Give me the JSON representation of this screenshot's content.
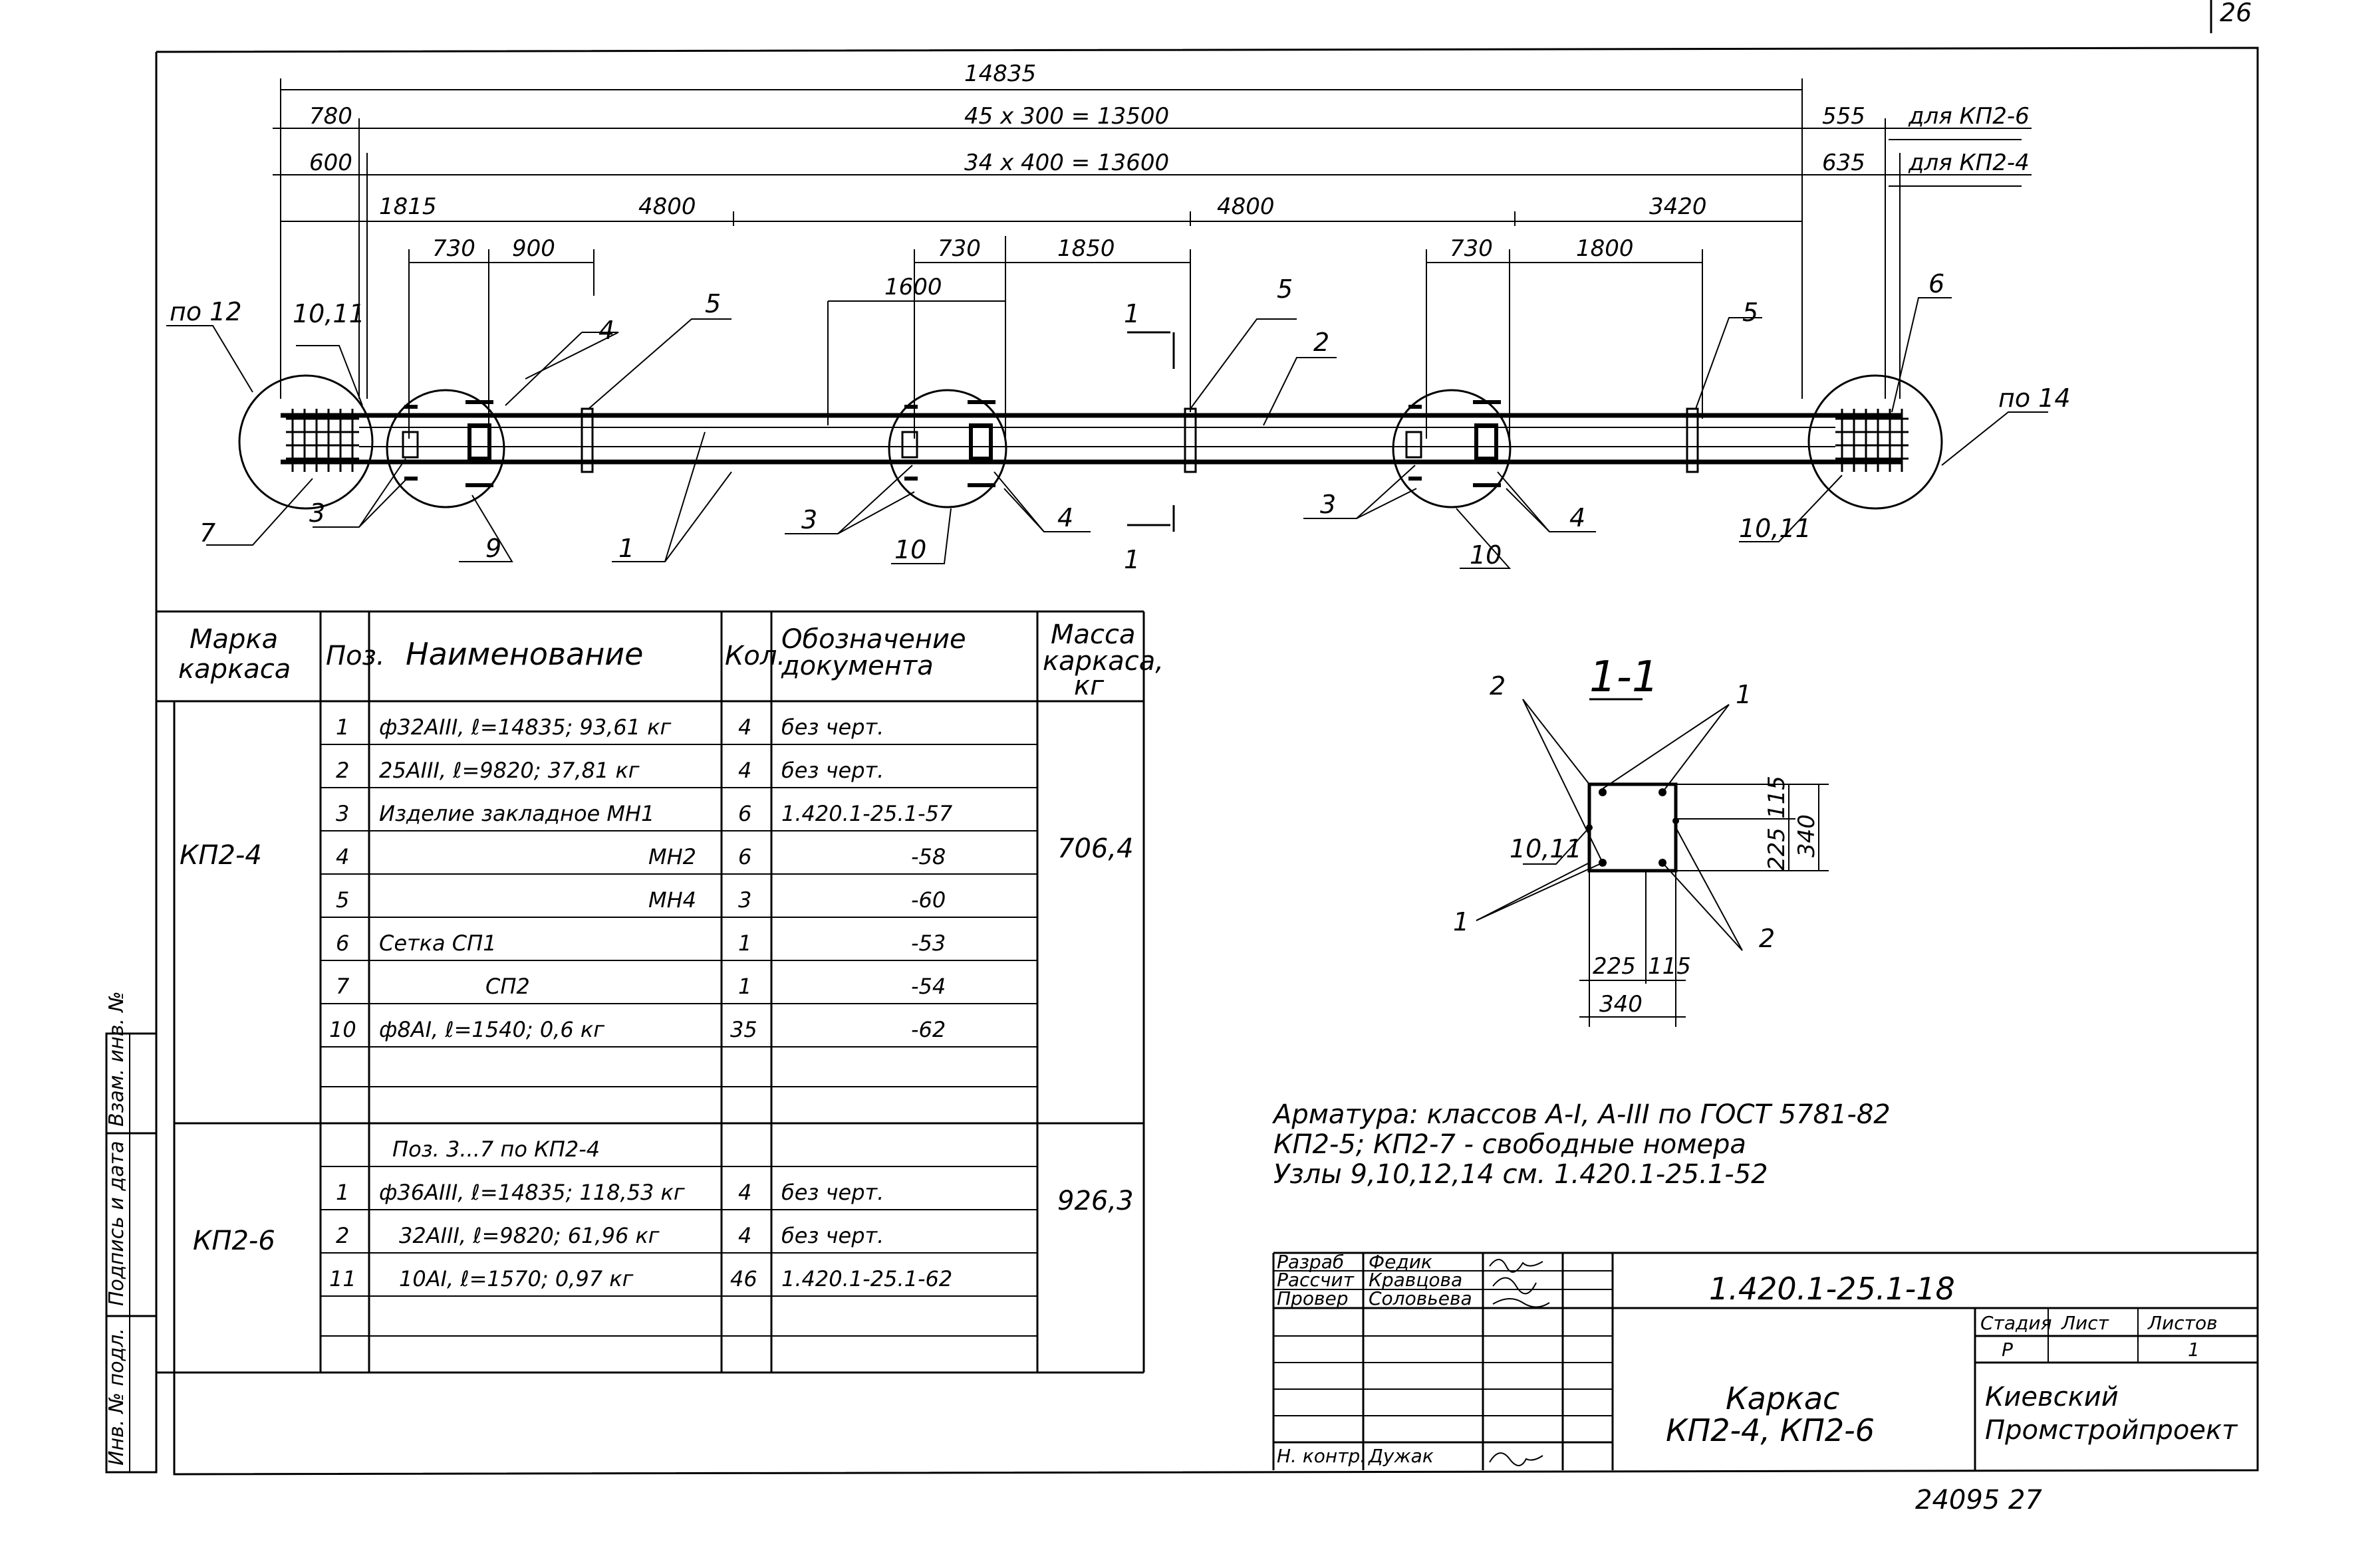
{
  "sheet_no": "26",
  "dims": {
    "total": "14835",
    "d780": "780",
    "d45x300": "45 x 300 = 13500",
    "d555": "555",
    "for_kp26": "для КП2-6",
    "d600": "600",
    "d34x400": "34 x 400 = 13600",
    "d635": "635",
    "for_kp24": "для КП2-4",
    "d1815": "1815",
    "d4800a": "4800",
    "d4800b": "4800",
    "d3420": "3420",
    "d730a": "730",
    "d900": "900",
    "d1600": "1600",
    "d730b": "730",
    "d1850": "1850",
    "d730c": "730",
    "d1800": "1800"
  },
  "callouts": {
    "po12": "по 12",
    "c10_11a": "10,11",
    "c4a": "4",
    "c5a": "5",
    "c5b": "5",
    "c2": "2",
    "c5c": "5",
    "c6": "6",
    "po14": "по 14",
    "c7": "7",
    "c3a": "3",
    "c9": "9",
    "c1": "1",
    "c3b": "3",
    "c10a": "10",
    "c4b": "4",
    "c3c": "3",
    "c10b": "10",
    "c4c": "4",
    "c10_11b": "10,11",
    "cut_top": "1",
    "cut_bot": "1"
  },
  "section": {
    "title": "1-1",
    "l2a": "2",
    "l1a": "1",
    "l10_11": "10,11",
    "l1b": "1",
    "l2b": "2",
    "v115": "115",
    "v225": "225",
    "v340": "340",
    "h225": "225",
    "h115": "115",
    "h340": "340"
  },
  "table": {
    "headers": {
      "marka": [
        "Марка",
        "каркаса"
      ],
      "poz": "Поз.",
      "name": "Наименование",
      "kol": "Кол.",
      "doc": [
        "Обозначение",
        "документа"
      ],
      "mass": [
        "Масса",
        "каркаса,",
        "кг"
      ]
    },
    "group1": {
      "mark": "КП2-4",
      "mass": "706,4",
      "rows": [
        {
          "poz": "1",
          "name": "ф32АIII, ℓ=14835; 93,61 кг",
          "kol": "4",
          "doc": "без черт."
        },
        {
          "poz": "2",
          "name": "25АIII, ℓ=9820; 37,81 кг",
          "kol": "4",
          "doc": "без черт."
        },
        {
          "poz": "3",
          "name": "Изделие закладное MH1",
          "kol": "6",
          "doc": "1.420.1-25.1-57"
        },
        {
          "poz": "4",
          "name": "MH2",
          "kol": "6",
          "doc": "-58"
        },
        {
          "poz": "5",
          "name": "MH4",
          "kol": "3",
          "doc": "-60"
        },
        {
          "poz": "6",
          "name": "Сетка СП1",
          "kol": "1",
          "doc": "-53"
        },
        {
          "poz": "7",
          "name": "СП2",
          "kol": "1",
          "doc": "-54"
        },
        {
          "poz": "10",
          "name": "ф8АI, ℓ=1540; 0,6 кг",
          "kol": "35",
          "doc": "-62"
        }
      ]
    },
    "group2": {
      "mark": "КП2-6",
      "mass": "926,3",
      "note": "Поз. 3...7 по КП2-4",
      "rows": [
        {
          "poz": "1",
          "name": "ф36АIII, ℓ=14835; 118,53 кг",
          "kol": "4",
          "doc": "без черт."
        },
        {
          "poz": "2",
          "name": "32АIII, ℓ=9820; 61,96 кг",
          "kol": "4",
          "doc": "без черт."
        },
        {
          "poz": "11",
          "name": "10АI, ℓ=1570; 0,97 кг",
          "kol": "46",
          "doc": "1.420.1-25.1-62"
        }
      ]
    }
  },
  "notes": [
    "Арматура: классов А-I, А-III по ГОСТ 5781-82",
    "КП2-5; КП2-7 - свободные номера",
    "Узлы 9,10,12,14 см. 1.420.1-25.1-52"
  ],
  "side_strip": [
    "Взам. инв. №",
    "Подпись и дата",
    "Инв. № подл."
  ],
  "stamp": {
    "roles": [
      "Разраб",
      "Рассчит",
      "Провер",
      "Н. контр."
    ],
    "names": [
      "Федик",
      "Кравцова",
      "Соловьева",
      "Дужак"
    ],
    "code": "1.420.1-25.1-18",
    "title": [
      "Каркас",
      "КП2-4, КП2-6"
    ],
    "stage_h": "Стадия",
    "sheet_h": "Лист",
    "sheets_h": "Листов",
    "stage": "Р",
    "sheets": "1",
    "org": [
      "Киевский",
      "Промстройпроект"
    ]
  },
  "bottom_code": "24095 27"
}
